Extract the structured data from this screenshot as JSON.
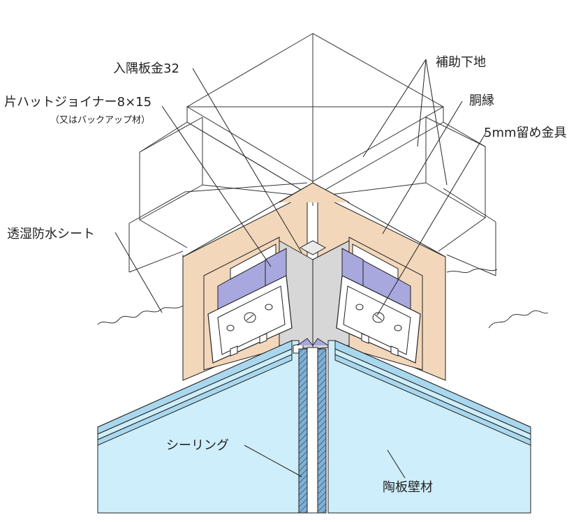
{
  "labels": {
    "inner_corner_flashing": "入隅板金32",
    "hat_joiner": "片ハットジョイナー8×15",
    "hat_joiner_note": "（又はバックアップ材）",
    "moisture_sheet": "透湿防水シート",
    "auxiliary_base": "補助下地",
    "furring": "胴縁",
    "fastener": "5mm留め金具",
    "sealing": "シーリング",
    "ceramic_wall": "陶板壁材"
  },
  "colors": {
    "furring_wood": "#f2d7bb",
    "flashing_grey": "#d7d7d7",
    "joiner_purple": "#a8a8de",
    "panel_blue": "#cdeefa",
    "panel_edge": "#a9d8ee",
    "sealant_blue": "#7fb0d6",
    "line": "#222222"
  }
}
